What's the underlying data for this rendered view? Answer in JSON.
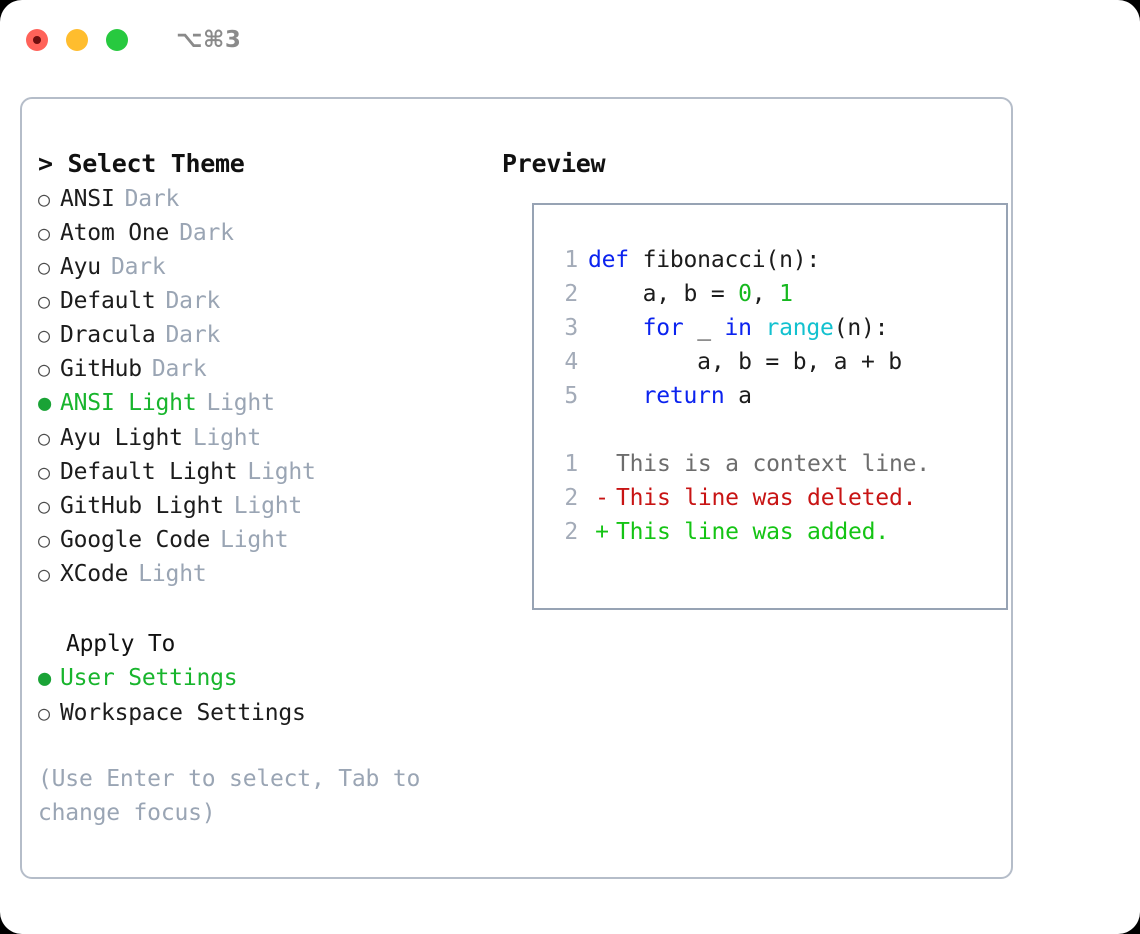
{
  "titlebar": {
    "shortcut": "⌥⌘3",
    "lights": [
      {
        "name": "close",
        "color": "#ff6259"
      },
      {
        "name": "minimize",
        "color": "#ffbd2e"
      },
      {
        "name": "maximize",
        "color": "#27c93f"
      }
    ]
  },
  "theme_panel": {
    "heading": "> Select Theme",
    "selected_theme": "ANSI Light",
    "bullet_selected": "●",
    "bullet_unselected": "○",
    "items": [
      {
        "bullet": "○",
        "name": "ANSI",
        "kind": "Dark",
        "selected": false
      },
      {
        "bullet": "○",
        "name": "Atom One",
        "kind": "Dark",
        "selected": false
      },
      {
        "bullet": "○",
        "name": "Ayu",
        "kind": "Dark",
        "selected": false
      },
      {
        "bullet": "○",
        "name": "Default",
        "kind": "Dark",
        "selected": false
      },
      {
        "bullet": "○",
        "name": "Dracula",
        "kind": "Dark",
        "selected": false
      },
      {
        "bullet": "○",
        "name": "GitHub",
        "kind": "Dark",
        "selected": false
      },
      {
        "bullet": "●",
        "name": "ANSI Light",
        "kind": "Light",
        "selected": true
      },
      {
        "bullet": "○",
        "name": "Ayu Light",
        "kind": "Light",
        "selected": false
      },
      {
        "bullet": "○",
        "name": "Default Light",
        "kind": "Light",
        "selected": false
      },
      {
        "bullet": "○",
        "name": "GitHub Light",
        "kind": "Light",
        "selected": false
      },
      {
        "bullet": "○",
        "name": "Google Code",
        "kind": "Light",
        "selected": false
      },
      {
        "bullet": "○",
        "name": "XCode",
        "kind": "Light",
        "selected": false
      }
    ]
  },
  "apply_to": {
    "heading": "Apply To",
    "selected_option": "User Settings",
    "options": [
      {
        "bullet": "●",
        "label": "User Settings",
        "selected": true
      },
      {
        "bullet": "○",
        "label": "Workspace Settings",
        "selected": false
      }
    ]
  },
  "hint": "(Use Enter to select, Tab to change focus)",
  "preview": {
    "heading": "Preview",
    "code_lines": [
      {
        "number": "1",
        "tokens": [
          {
            "text": "def ",
            "type": "kw"
          },
          {
            "text": "fibonacci(n):",
            "type": "plain"
          }
        ]
      },
      {
        "number": "2",
        "tokens": [
          {
            "text": "    a, b = ",
            "type": "plain"
          },
          {
            "text": "0",
            "type": "num"
          },
          {
            "text": ", ",
            "type": "plain"
          },
          {
            "text": "1",
            "type": "num"
          }
        ]
      },
      {
        "number": "3",
        "tokens": [
          {
            "text": "    ",
            "type": "plain"
          },
          {
            "text": "for",
            "type": "kw"
          },
          {
            "text": " _ ",
            "type": "plain"
          },
          {
            "text": "in",
            "type": "kw"
          },
          {
            "text": " ",
            "type": "plain"
          },
          {
            "text": "range",
            "type": "fn"
          },
          {
            "text": "(n):",
            "type": "plain"
          }
        ]
      },
      {
        "number": "4",
        "tokens": [
          {
            "text": "        a, b = b, a + b",
            "type": "plain"
          }
        ]
      },
      {
        "number": "5",
        "tokens": [
          {
            "text": "    ",
            "type": "plain"
          },
          {
            "text": "return",
            "type": "kw"
          },
          {
            "text": " a",
            "type": "plain"
          }
        ]
      }
    ],
    "diff_lines": [
      {
        "number": "1",
        "marker": " ",
        "text": "This is a context line.",
        "kind": "context"
      },
      {
        "number": "2",
        "marker": "-",
        "text": "This line was deleted.",
        "kind": "removed"
      },
      {
        "number": "2",
        "marker": "+",
        "text": "This line was added.",
        "kind": "added"
      }
    ]
  },
  "colors": {
    "accent_green": "#18b52d",
    "muted_gray": "#9aa5b4",
    "keyword_blue": "#0b23ef",
    "function_cyan": "#13c1cf",
    "number_green": "#16b81f",
    "diff_removed_red": "#c81414",
    "diff_added_green": "#14c414",
    "panel_border": "#b5bdc9",
    "preview_border": "#97a3b4"
  }
}
